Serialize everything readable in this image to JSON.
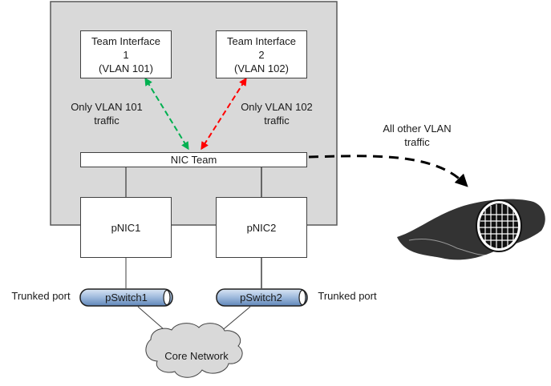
{
  "host": {
    "label": ""
  },
  "team_interfaces": [
    {
      "line1": "Team Interface",
      "line2": "1",
      "line3": "(VLAN 101)"
    },
    {
      "line1": "Team Interface",
      "line2": "2",
      "line3": "(VLAN 102)"
    }
  ],
  "traffic_labels": [
    {
      "line1": "Only VLAN 101",
      "line2": "traffic"
    },
    {
      "line1": "Only VLAN 102",
      "line2": "traffic"
    }
  ],
  "nic_team": {
    "label": "NIC Team"
  },
  "pnics": [
    {
      "label": "pNIC1"
    },
    {
      "label": "pNIC2"
    }
  ],
  "pswitches": [
    {
      "label": "pSwitch1"
    },
    {
      "label": "pSwitch2"
    }
  ],
  "trunk_labels": [
    {
      "label": "Trunked port"
    },
    {
      "label": "Trunked port"
    }
  ],
  "core": {
    "label": "Core Network"
  },
  "other_traffic": {
    "line1": "All other VLAN",
    "line2": "traffic"
  },
  "colors": {
    "vlan101_arrow": "#00b050",
    "vlan102_arrow": "#ff0000",
    "host_bg": "#d9d9d9",
    "switch_fill": "#8fb0d6",
    "cloud_fill": "#d9d9d9"
  }
}
